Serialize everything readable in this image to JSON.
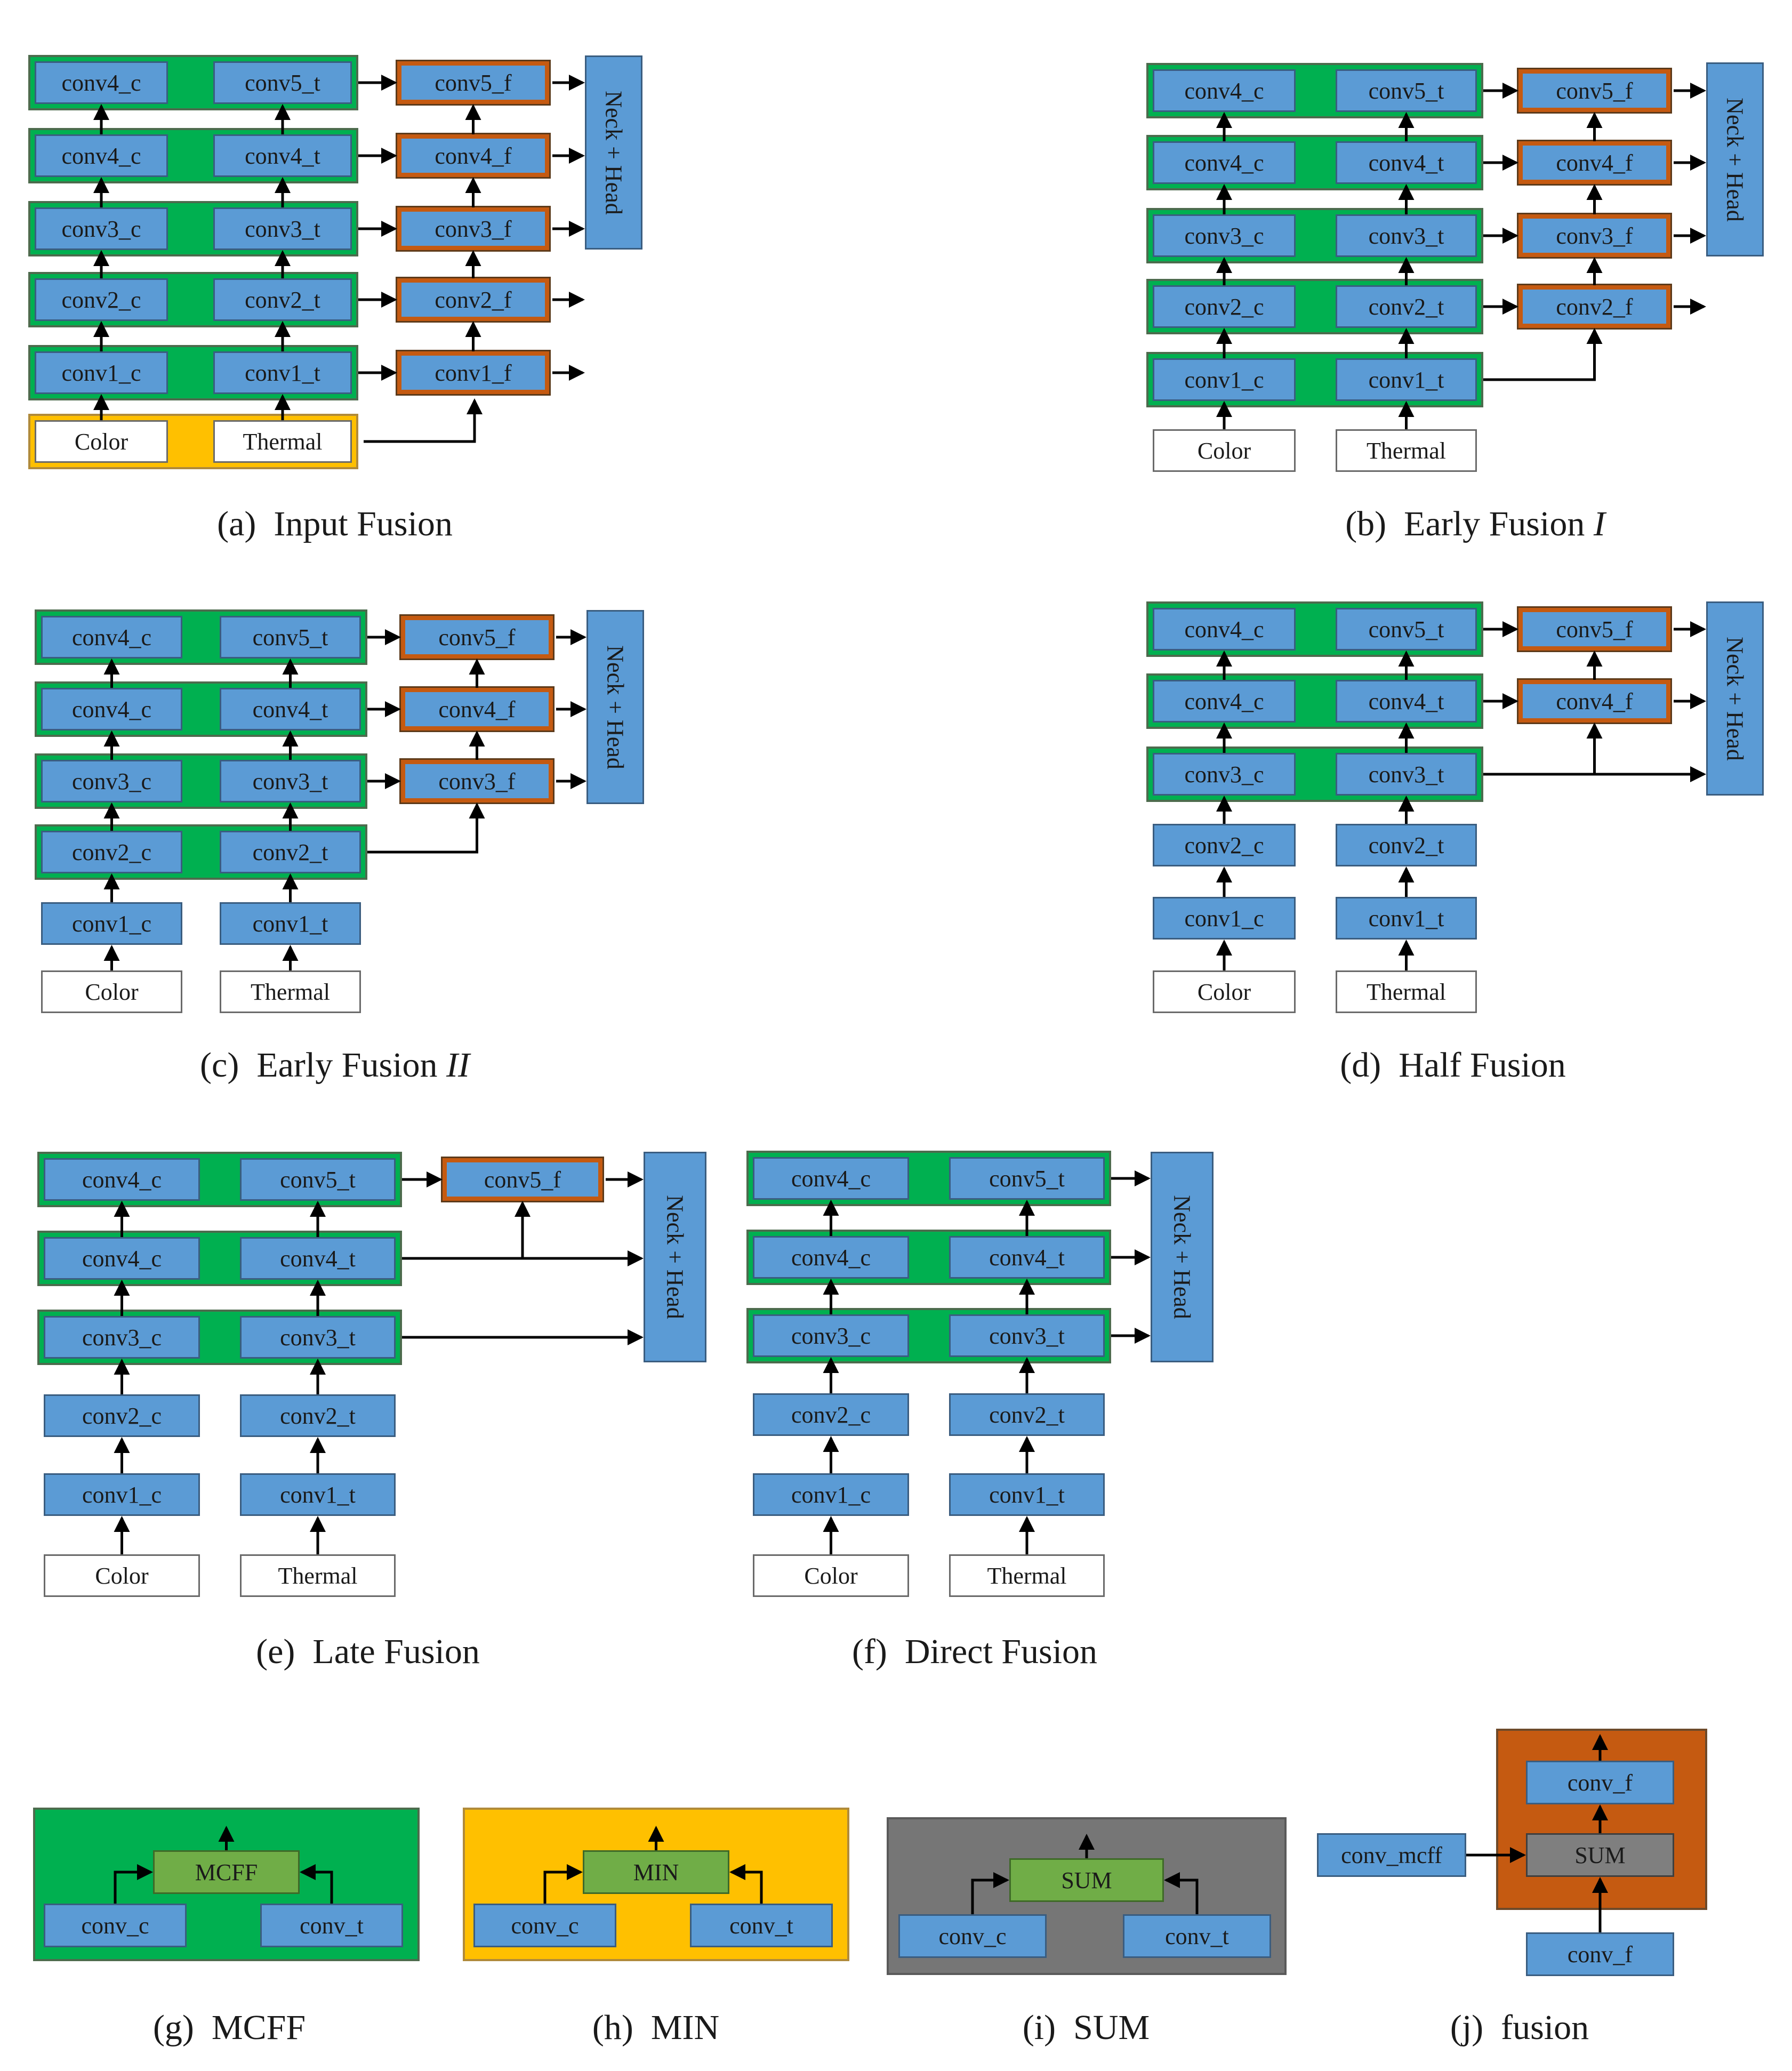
{
  "colors": {
    "blue_node": "#5b9bd5",
    "fusion_border": "#c55a11",
    "group_green": "#00b050",
    "group_yellow": "#ffc000",
    "group_gray": "#767676",
    "light_green_node": "#70ad47",
    "gray_node": "#7f7f7f",
    "arrow": "#000000"
  },
  "icons": {
    "arrow": "arrow-right-icon"
  },
  "captions": {
    "a": {
      "label": "(a)",
      "title": "Input Fusion",
      "suffix": ""
    },
    "b": {
      "label": "(b)",
      "title": "Early Fusion",
      "suffix": "I"
    },
    "c": {
      "label": "(c)",
      "title": "Early Fusion",
      "suffix": "II"
    },
    "d": {
      "label": "(d)",
      "title": "Half Fusion",
      "suffix": ""
    },
    "e": {
      "label": "(e)",
      "title": "Late Fusion",
      "suffix": ""
    },
    "f": {
      "label": "(f)",
      "title": "Direct Fusion",
      "suffix": ""
    },
    "g": {
      "label": "(g)",
      "title": "MCFF",
      "suffix": ""
    },
    "h": {
      "label": "(h)",
      "title": "MIN",
      "suffix": ""
    },
    "i": {
      "label": "(i)",
      "title": "SUM",
      "suffix": ""
    },
    "j": {
      "label": "(j)",
      "title": "fusion",
      "suffix": ""
    }
  },
  "labels": {
    "color": "Color",
    "thermal": "Thermal",
    "neck_head": "Neck + Head",
    "conv1_c": "conv1_c",
    "conv2_c": "conv2_c",
    "conv3_c": "conv3_c",
    "conv4_c": "conv4_c",
    "conv1_t": "conv1_t",
    "conv2_t": "conv2_t",
    "conv3_t": "conv3_t",
    "conv4_t": "conv4_t",
    "conv5_t": "conv5_t",
    "conv1_f": "conv1_f",
    "conv2_f": "conv2_f",
    "conv3_f": "conv3_f",
    "conv4_f": "conv4_f",
    "conv5_f": "conv5_f",
    "mcff": "MCFF",
    "min": "MIN",
    "sum": "SUM",
    "conv_c": "conv_c",
    "conv_t": "conv_t",
    "conv_f": "conv_f",
    "conv_mcff": "conv_mcff"
  }
}
